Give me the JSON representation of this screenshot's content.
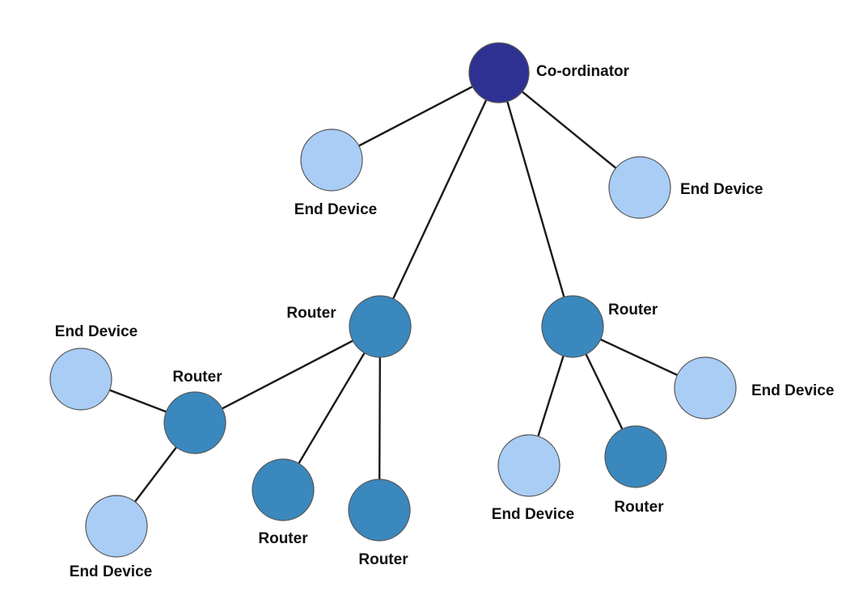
{
  "colors": {
    "coordinator": "#2e3192",
    "router": "#3a88bd",
    "end_device": "#a9cdf5",
    "edge": "#1a1a1a",
    "node_outline": "#555555",
    "label": "#111111"
  },
  "nodes": [
    {
      "id": "co-ordinator",
      "role": "coordinator",
      "label": "Co-ordinator"
    },
    {
      "id": "end-device-top-left",
      "role": "end_device",
      "label": "End Device"
    },
    {
      "id": "end-device-top-right",
      "role": "end_device",
      "label": "End Device"
    },
    {
      "id": "router-center-left",
      "role": "router",
      "label": "Router"
    },
    {
      "id": "router-center-right",
      "role": "router",
      "label": "Router"
    },
    {
      "id": "router-far-left",
      "role": "router",
      "label": "Router"
    },
    {
      "id": "end-device-far-left-top",
      "role": "end_device",
      "label": "End Device"
    },
    {
      "id": "end-device-far-left-bottom",
      "role": "end_device",
      "label": "End Device"
    },
    {
      "id": "router-bottom-a",
      "role": "router",
      "label": "Router"
    },
    {
      "id": "router-bottom-b",
      "role": "router",
      "label": "Router"
    },
    {
      "id": "end-device-right-bottom",
      "role": "end_device",
      "label": "End Device"
    },
    {
      "id": "router-right-bottom",
      "role": "router",
      "label": "Router"
    },
    {
      "id": "end-device-far-right",
      "role": "end_device",
      "label": "End Device"
    }
  ],
  "edges": [
    {
      "from": "co-ordinator",
      "to": "end-device-top-left"
    },
    {
      "from": "co-ordinator",
      "to": "end-device-top-right"
    },
    {
      "from": "co-ordinator",
      "to": "router-center-left"
    },
    {
      "from": "co-ordinator",
      "to": "router-center-right"
    },
    {
      "from": "router-center-left",
      "to": "router-far-left"
    },
    {
      "from": "router-center-left",
      "to": "router-bottom-a"
    },
    {
      "from": "router-center-left",
      "to": "router-bottom-b"
    },
    {
      "from": "router-far-left",
      "to": "end-device-far-left-top"
    },
    {
      "from": "router-far-left",
      "to": "end-device-far-left-bottom"
    },
    {
      "from": "router-center-right",
      "to": "end-device-right-bottom"
    },
    {
      "from": "router-center-right",
      "to": "router-right-bottom"
    },
    {
      "from": "router-center-right",
      "to": "end-device-far-right"
    }
  ]
}
